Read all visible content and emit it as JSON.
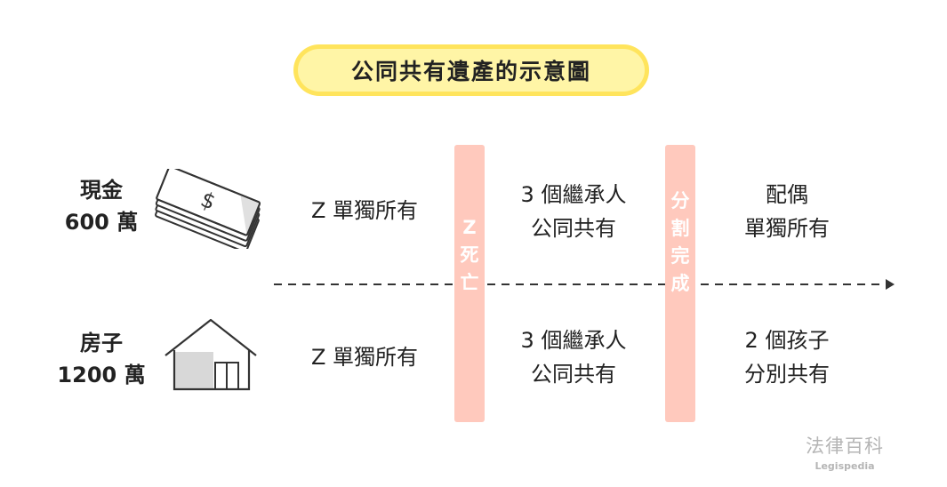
{
  "title": "公同共有遺產的示意圖",
  "assets": [
    {
      "name": "現金",
      "value": "600 萬",
      "icon": "cash-icon",
      "before": "Z 單獨所有",
      "during": [
        "3 個繼承人",
        "公同共有"
      ],
      "after": [
        "配偶",
        "單獨所有"
      ]
    },
    {
      "name": "房子",
      "value": "1200 萬",
      "icon": "house-icon",
      "before": "Z 單獨所有",
      "during": [
        "3 個繼承人",
        "公同共有"
      ],
      "after": [
        "2 個孩子",
        "分別共有"
      ]
    }
  ],
  "events": [
    {
      "chars": [
        "Z",
        "死",
        "亡"
      ]
    },
    {
      "chars": [
        "分",
        "割",
        "完",
        "成"
      ]
    }
  ],
  "watermark": {
    "zh": "法律百科",
    "en": "Legispedia"
  },
  "colors": {
    "title_outer": "#ffe45c",
    "title_inner": "#fff5a6",
    "event_bar": "#ffc9bd"
  }
}
